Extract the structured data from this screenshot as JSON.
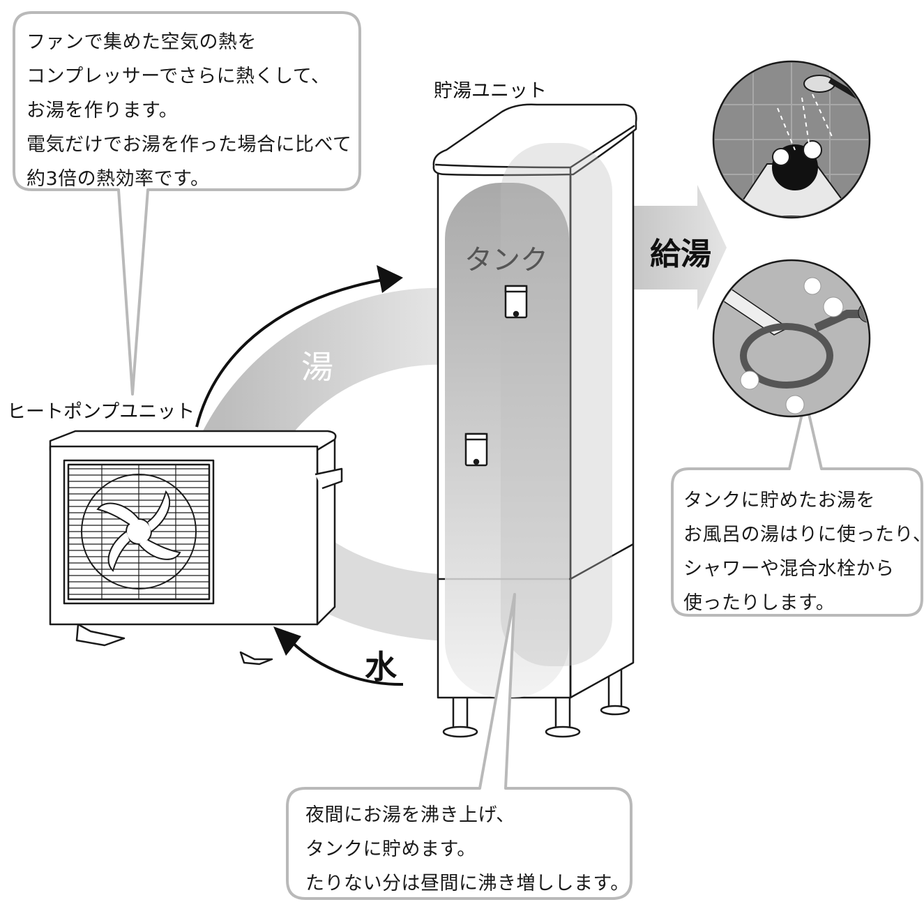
{
  "callouts": {
    "heat_pump_note": [
      "ファンで集めた空気の熱を",
      "コンプレッサーでさらに熱くして、",
      "お湯を作ります。",
      "電気だけでお湯を作った場合に比べて",
      "約3倍の熱効率です。"
    ],
    "usage_note": [
      "タンクに貯めたお湯を",
      "お風呂の湯はりに使ったり、",
      "シャワーや混合水栓から",
      "使ったりします。"
    ],
    "tank_note": [
      "夜間にお湯を沸き上げ、",
      "タンクに貯めます。",
      "たりない分は昼間に沸き増しします。"
    ]
  },
  "labels": {
    "storage_unit": "貯湯ユニット",
    "heat_pump_unit": "ヒートポンプユニット",
    "tank": "タンク",
    "hot_supply": "給湯",
    "hot_water": "湯",
    "water": "水"
  },
  "colors": {
    "bubble_border": "#b9b9b9",
    "flow_gray": "#cfcfcf",
    "outline": "#1a1a1a",
    "dark_text": "#111111"
  }
}
